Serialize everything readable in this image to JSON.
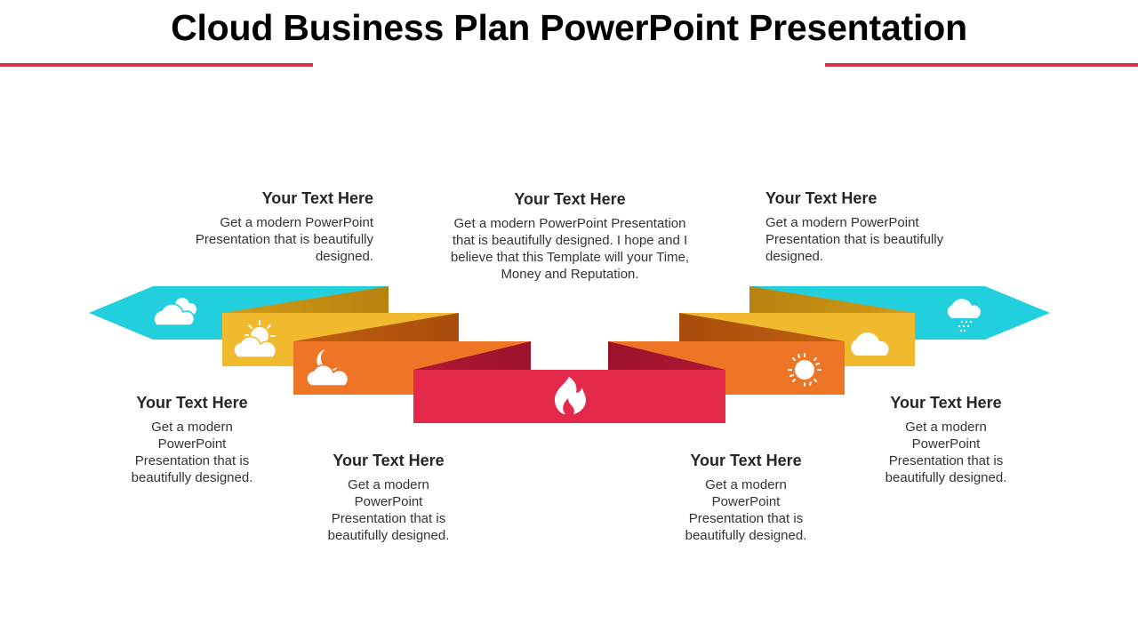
{
  "title": "Cloud Business Plan PowerPoint Presentation",
  "colors": {
    "accent_rule": "#d9344a",
    "cyan": "#22cfdc",
    "yellow": "#f1b92d",
    "orange": "#ee7426",
    "red": "#e4284a",
    "gold_fold": "#c18a12",
    "brown_fold": "#b0520d",
    "crimson_fold": "#a2132f"
  },
  "steps": [
    {
      "id": "cyan-left",
      "icon": "cloudy-icon"
    },
    {
      "id": "yellow-left",
      "icon": "partly-sunny-icon"
    },
    {
      "id": "orange-left",
      "icon": "cloudy-night-icon"
    },
    {
      "id": "red-center",
      "icon": "fire-icon"
    },
    {
      "id": "orange-right",
      "icon": "sun-icon"
    },
    {
      "id": "yellow-right",
      "icon": "cloud-icon"
    },
    {
      "id": "cyan-right",
      "icon": "rain-cloud-icon"
    }
  ],
  "texts": {
    "top_left": {
      "heading": "Your Text Here",
      "body": "Get a modern PowerPoint Presentation that is beautifully designed."
    },
    "top_center": {
      "heading": "Your Text Here",
      "body": "Get a modern PowerPoint Presentation that is beautifully designed. I hope and I believe that this Template will your Time, Money and Reputation."
    },
    "top_right": {
      "heading": "Your Text Here",
      "body": "Get a modern PowerPoint Presentation that is beautifully designed."
    },
    "bottom_far_left": {
      "heading": "Your Text Here",
      "body": "Get a modern PowerPoint Presentation that is beautifully designed."
    },
    "bottom_left": {
      "heading": "Your Text Here",
      "body": "Get a modern PowerPoint Presentation that is beautifully designed."
    },
    "bottom_right": {
      "heading": "Your Text Here",
      "body": "Get a modern PowerPoint Presentation that is beautifully designed."
    },
    "bottom_far_right": {
      "heading": "Your Text Here",
      "body": "Get a modern PowerPoint Presentation that is beautifully designed."
    }
  }
}
